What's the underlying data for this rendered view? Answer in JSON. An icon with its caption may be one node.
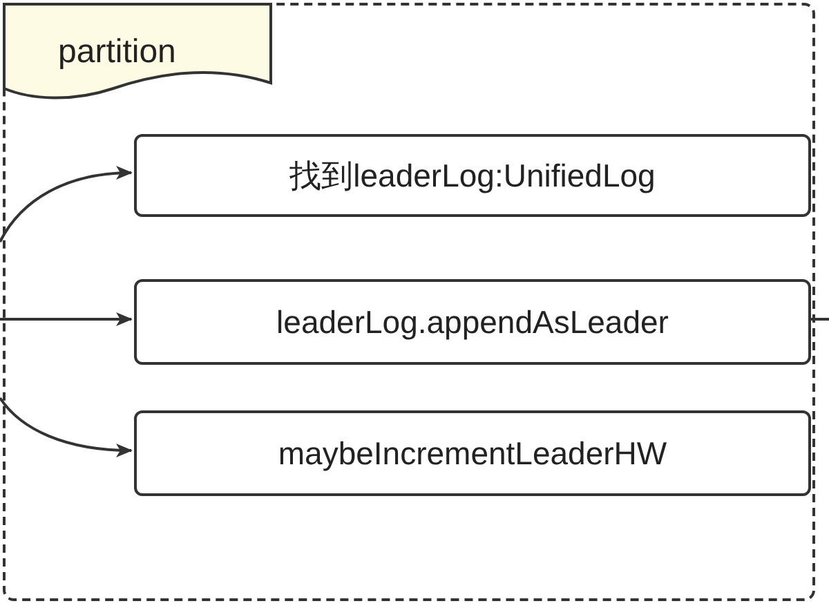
{
  "diagram": {
    "nodes": [
      {
        "text": [
          "partition"
        ]
      },
      {
        "text": [
          "找到leaderLog:UnifiedLog"
        ],
        "in": 0
      },
      {
        "text": [
          "leaderLog.appendAsLeader"
        ],
        "in": 0
      },
      {
        "text": [
          "maybeIncrementLeaderHW"
        ],
        "in": 0
      }
    ],
    "edges": [
      {
        "from": null,
        "to": 1,
        "arrow": "to"
      },
      {
        "from": null,
        "to": 2,
        "arrow": "to"
      },
      {
        "from": null,
        "to": 3,
        "arrow": "to"
      },
      {
        "from": 2,
        "to": null,
        "arrow": "none"
      }
    ]
  }
}
